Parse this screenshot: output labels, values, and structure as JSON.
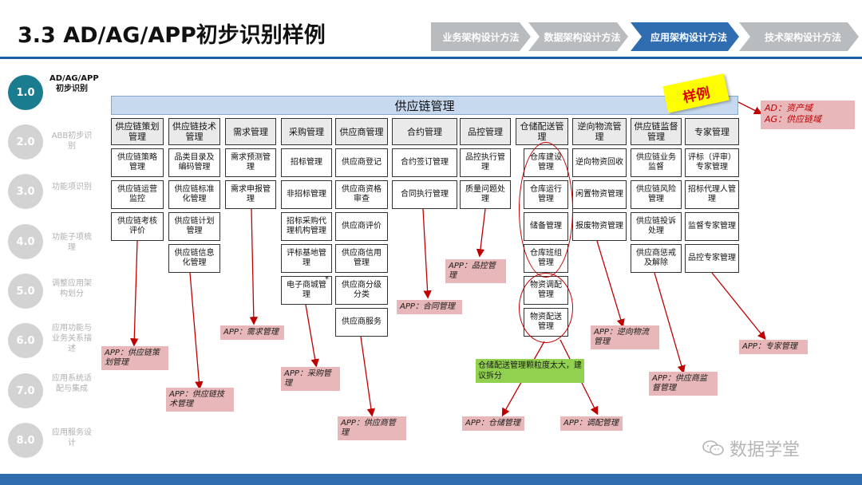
{
  "title": "3.3 AD/AG/APP初步识别样例",
  "steps": [
    "业务架构设计方法",
    "数据架构设计方法",
    "应用架构设计方法",
    "技术架构设计方法"
  ],
  "sidebar": [
    {
      "num": "1.0",
      "label": "AD/AG/APP初步识别"
    },
    {
      "num": "2.0",
      "label": "ABB初步识别"
    },
    {
      "num": "3.0",
      "label": "功能项识别"
    },
    {
      "num": "4.0",
      "label": "功能子项梳理"
    },
    {
      "num": "5.0",
      "label": "调整应用架构划分"
    },
    {
      "num": "6.0",
      "label": "应用功能与业务关系描述"
    },
    {
      "num": "7.0",
      "label": "应用系统适配与集成"
    },
    {
      "num": "8.0",
      "label": "应用服务设计"
    }
  ],
  "header": "供应链管理",
  "sample_badge": "样例",
  "legend": {
    "ad": "AD：资产域",
    "ag": "AG：供应链域"
  },
  "columns": [
    {
      "head": "供应链策划管理",
      "cells": [
        "供应链策略管理",
        "供应链运营监控",
        "供应链考核评价"
      ]
    },
    {
      "head": "供应链技术管理",
      "cells": [
        "品类目录及编码管理",
        "供应链标准化管理",
        "供应链计划管理",
        "供应链信息化管理"
      ]
    },
    {
      "head": "需求管理",
      "cells": [
        "需求预测管理",
        "需求申报管理"
      ]
    },
    {
      "head": "采购管理",
      "cells": [
        "招标管理",
        "非招标管理",
        "招标采购代理机构管理",
        "评标基地管理",
        "电子商城管理"
      ]
    },
    {
      "head": "供应商管理",
      "cells": [
        "供应商登记",
        "供应商资格审查",
        "供应商评价",
        "供应商信用管理",
        "供应商分级分类",
        "供应商服务"
      ]
    },
    {
      "head": "合约管理",
      "cells": [
        "合约签订管理",
        "合同执行管理"
      ]
    },
    {
      "head": "品控管理",
      "cells": [
        "品控执行管理",
        "质量问题处理"
      ]
    },
    {
      "head": "仓储配送管理",
      "cells": [
        "仓库建设管理",
        "仓库运行管理",
        "储备管理",
        "仓库班组管理",
        "物资调配管理",
        "物资配送管理"
      ]
    },
    {
      "head": "逆向物流管理",
      "cells": [
        "逆向物资回收",
        "闲置物资管理",
        "报废物资管理"
      ]
    },
    {
      "head": "供应链监督管理",
      "cells": [
        "供应链业务监督",
        "供应链风险管理",
        "供应链投诉处理",
        "供应商惩戒及解除"
      ]
    },
    {
      "head": "专家管理",
      "cells": [
        "评标（评审）专家管理",
        "招标代理人管理",
        "监督专家管理",
        "品控专家管理"
      ]
    }
  ],
  "apps": [
    "APP：供应链策划管理",
    "APP：供应链技术管理",
    "APP：需求管理",
    "APP：采购管理",
    "APP：供应商管理",
    "APP：合同管理",
    "APP：品控管理",
    "APP：仓储管理",
    "APP：调配管理",
    "APP：逆向物流管理",
    "APP：供应商监督管理",
    "APP：专家管理"
  ],
  "note": "仓储配送管理颗粒度太大，建议拆分",
  "watermark": "数据学堂",
  "colors": {
    "accent": "#2f6cb0",
    "app_bg": "#e8b7b9",
    "arrow": "#c00000",
    "note_bg": "#92d050",
    "sample_bg": "#ffff00"
  }
}
